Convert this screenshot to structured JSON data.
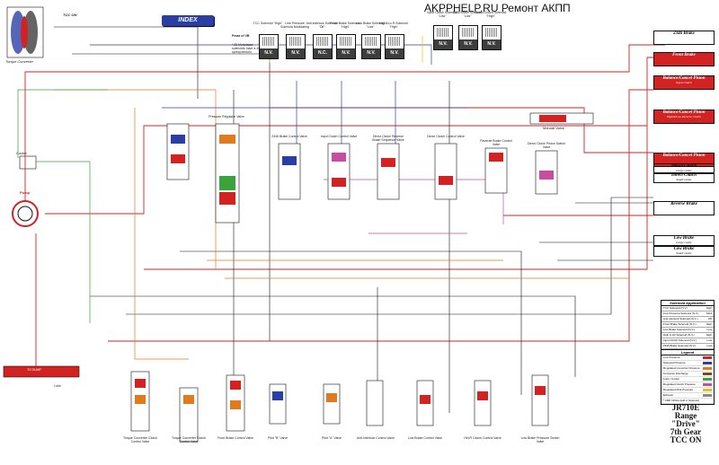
{
  "header": {
    "title": "AKPPHELP.RU Ремонт АКПП",
    "index_button": "INDEX",
    "tcc_on": "TCC ON"
  },
  "left": {
    "torque_converter": "Torque Converter",
    "cooler": "Cooler",
    "pump": "Pump",
    "pan_label": "TO SUMP",
    "lube": "Lube"
  },
  "solenoids": [
    {
      "cap": "N.V.",
      "label": "TCC Solenoid \"High\""
    },
    {
      "cap": "N.V.",
      "label": "Line Pressure Solenoid Modulating"
    },
    {
      "cap": "N.C.",
      "label": "Anti-interlock Solenoid \"Off\""
    },
    {
      "cap": "N.V.",
      "label": "Front Brake Solenoid \"High\""
    },
    {
      "cap": "N.V.",
      "label": "Low Brake Solenoid \"Low\""
    },
    {
      "cap": "N.V.",
      "label": "High&Lo R Solenoid \"High\""
    },
    {
      "cap": "N.V.",
      "label": "Input Clutch Solenoid \"Low\""
    },
    {
      "cap": "N.V.",
      "label": "2346 Brake Solenoid \"Low\""
    },
    {
      "cap": "N.V.",
      "label": "Direct Clutch Solenoid \"High\""
    }
  ],
  "notes": {
    "pressure_note": "* All Modulated solenoids have a 40° spring tension",
    "fp_prefix": "Pmax of VB"
  },
  "right_boxes": [
    {
      "label": "2346 Brake",
      "sub": "",
      "red": false
    },
    {
      "label": "Front Brake",
      "sub": "",
      "red": true
    },
    {
      "label": "Balance/Cancel Piston",
      "sub": "Input Clutch",
      "red": true
    },
    {
      "label": "Balance/Cancel Piston",
      "sub": "High&Low Reverse Clutch",
      "red": true
    },
    {
      "label": "Balance/Cancel Piston",
      "sub": "",
      "red": true
    },
    {
      "label": "Direct Clutch",
      "sub": "Large cavity",
      "red": false
    },
    {
      "label": "Direct Clutch",
      "sub": "Small cavity",
      "red": false
    },
    {
      "label": "Reverse Brake",
      "sub": "",
      "red": false
    },
    {
      "label": "Low Brake",
      "sub": "Large cavity",
      "red": false
    },
    {
      "label": "Low Brake",
      "sub": "Small cavity",
      "red": false
    }
  ],
  "solenoid_table": {
    "title": "Solenoid Application",
    "rows": [
      {
        "name": "TCC Solenoid (N.V.)",
        "state": "High"
      },
      {
        "name": "Line Pressure Solenoid (N.V.)",
        "state": "Mod"
      },
      {
        "name": "Anti-interlock Solenoid (N.C.)",
        "state": "Off"
      },
      {
        "name": "Front Brake Solenoid (N.V.)",
        "state": "High"
      },
      {
        "name": "Low Brake Solenoid (N.V.)",
        "state": "Low"
      },
      {
        "name": "High & LR Solenoid (N.V.)",
        "state": "High"
      },
      {
        "name": "Input Clutch Solenoid (N.V.)",
        "state": "Low"
      },
      {
        "name": "2346 Brake Solenoid (N.V.)",
        "state": "Low"
      },
      {
        "name": "Direct Clutch Solenoid (N.V.)",
        "state": "High"
      }
    ]
  },
  "legend": {
    "title": "Legend",
    "rows": [
      {
        "name": "Line Pressure",
        "color": "#d32222"
      },
      {
        "name": "Solenoid Pressure",
        "color": "#2a3fa6"
      },
      {
        "name": "Regulated Converter Pressure",
        "color": "#e07a1f"
      },
      {
        "name": "Converter Discharge",
        "color": "#7a4a1e"
      },
      {
        "name": "Lube / Cooler",
        "color": "#3ba33b"
      },
      {
        "name": "Regulated Clutch Pressure",
        "color": "#c64da0"
      },
      {
        "name": "Regulated Pilot Pressure",
        "color": "#e3c21f"
      },
      {
        "name": "Exhaust",
        "color": "#888888"
      },
      {
        "name": "* AMP Orifice built in Solenoid",
        "color": "#ffffff"
      }
    ]
  },
  "status": {
    "model": "JR710E",
    "range_label": "Range",
    "range": "\"Drive\"",
    "gear": "7th Gear",
    "tcc": "TCC ON"
  },
  "bottom_valves": [
    "Torque Converter Clutch Control Valve",
    "Torque Converter Clutch Control Valve",
    "Front Brake Control Valve",
    "Pilot \"B\" Valve",
    "Pilot \"A\" Valve",
    "Anti-interlock Control Valve",
    "Low Brake Control Valve",
    "Hi/LR Clutch Control Valve",
    "Low Brake Pressure Switch Valve"
  ],
  "mid_valves": [
    "Pressure Regulator Valve",
    "2346 Brake Control Valve",
    "Input Clutch Control Valve",
    "Direct Clutch Reverse Brake Sequence Valve",
    "Direct Clutch Control Valve",
    "Reverse Brake Control Valve",
    "Direct Clutch Piston Switch Valve"
  ],
  "manual_valve": "Manual Valve"
}
